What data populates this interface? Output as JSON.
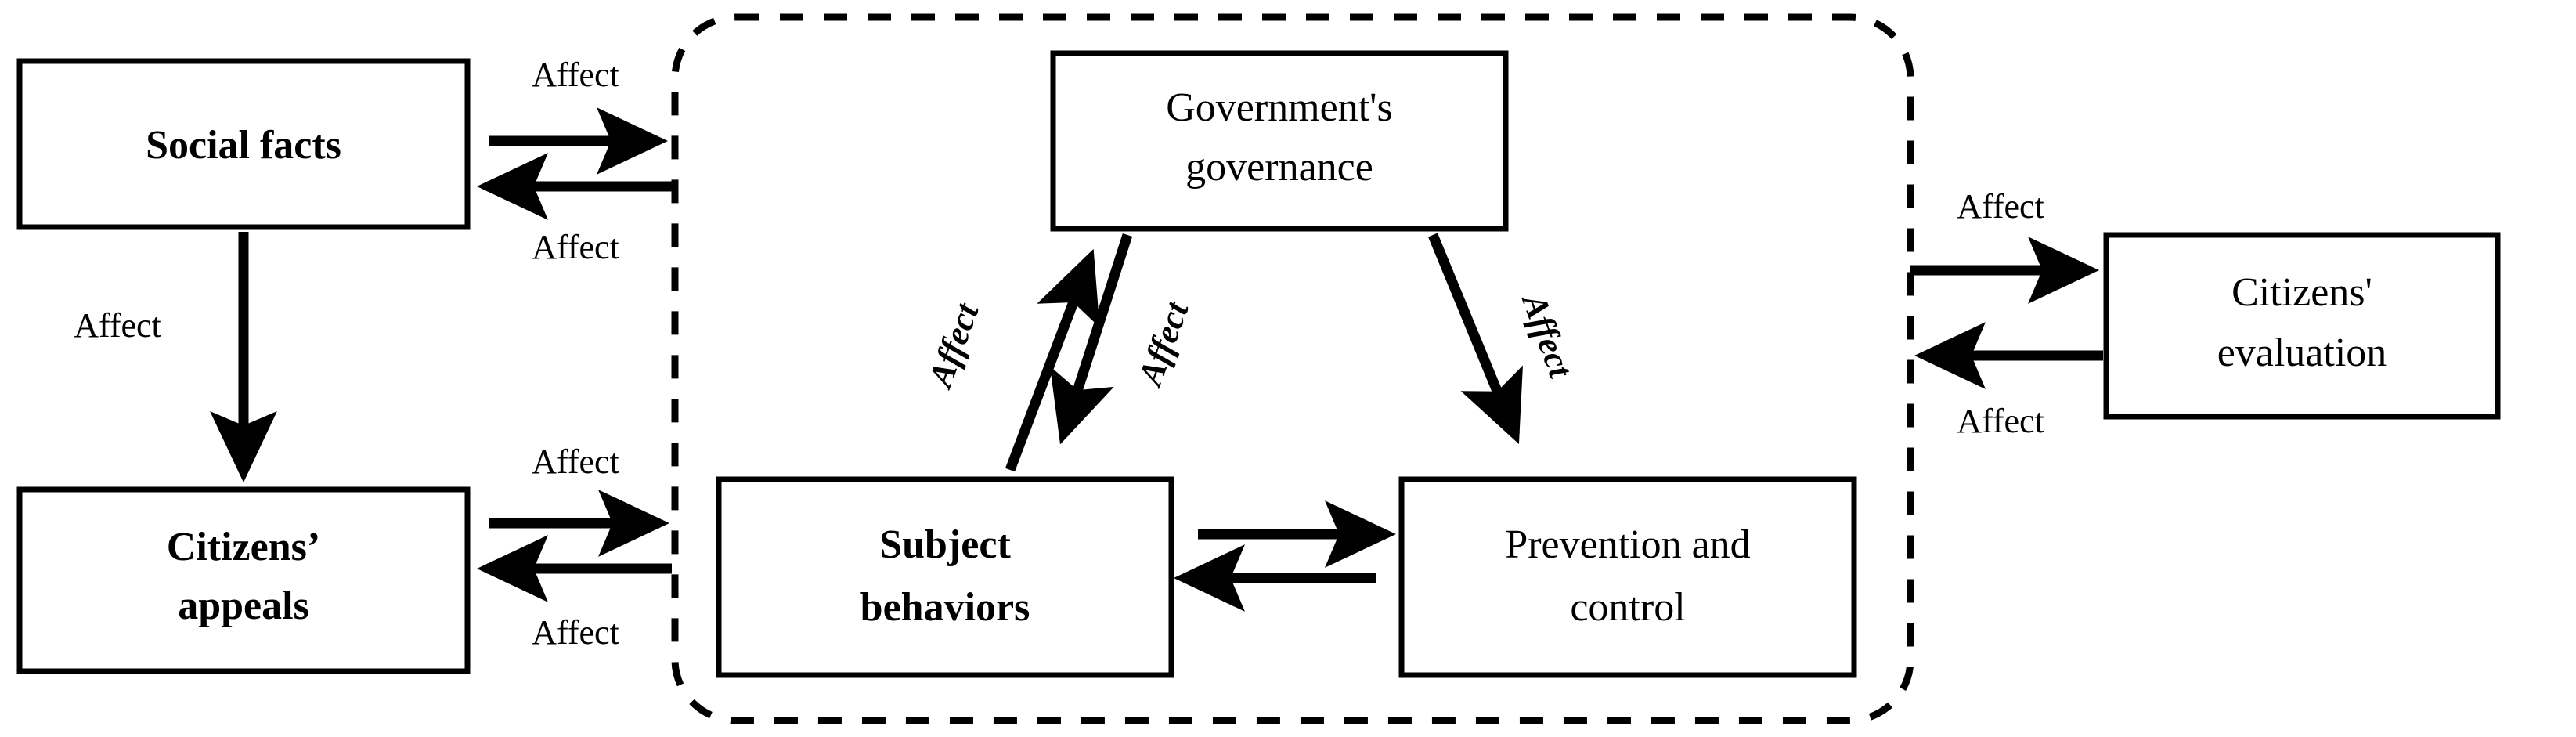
{
  "diagram": {
    "type": "flow-diagram",
    "background_color": "#ffffff",
    "line_color": "#000000",
    "boundary": {
      "name": "dashed-system-boundary",
      "style": "dashed rounded rectangle"
    },
    "nodes": [
      {
        "id": "social-facts",
        "label": "Social facts",
        "label_line1": "Social facts",
        "label_line2": ""
      },
      {
        "id": "citizens-appeals",
        "label": "Citizens' appeals",
        "label_line1": "Citizens’",
        "label_line2": "appeals"
      },
      {
        "id": "governments-governance",
        "label": "Government's governance",
        "label_line1": "Government's",
        "label_line2": "governance"
      },
      {
        "id": "subject-behaviors",
        "label": "Subject behaviors",
        "label_line1": "Subject",
        "label_line2": "behaviors"
      },
      {
        "id": "prevention-and-control",
        "label": "Prevention and control",
        "label_line1": "Prevention and",
        "label_line2": "control"
      },
      {
        "id": "citizens-evaluation",
        "label": "Citizens' evaluation",
        "label_line1": "Citizens'",
        "label_line2": "evaluation"
      }
    ],
    "edge_labels": {
      "social_facts_to_boundary": "Affect",
      "boundary_to_social_facts": "Affect",
      "social_facts_to_citizens_appeals": "Affect",
      "citizens_appeals_to_boundary": "Affect",
      "boundary_to_citizens_appeals": "Affect",
      "subject_behaviors_to_governance": "Affect",
      "governance_to_subject_behaviors": "Affect",
      "governance_to_prevention": "Affect",
      "boundary_to_citizens_evaluation": "Affect",
      "citizens_evaluation_to_boundary": "Affect"
    },
    "edges": [
      {
        "from": "social-facts",
        "to": "boundary",
        "label": "Affect",
        "direction": "right"
      },
      {
        "from": "boundary",
        "to": "social-facts",
        "label": "Affect",
        "direction": "left"
      },
      {
        "from": "social-facts",
        "to": "citizens-appeals",
        "label": "Affect",
        "direction": "down"
      },
      {
        "from": "citizens-appeals",
        "to": "boundary",
        "label": "Affect",
        "direction": "right"
      },
      {
        "from": "boundary",
        "to": "citizens-appeals",
        "label": "Affect",
        "direction": "left"
      },
      {
        "from": "subject-behaviors",
        "to": "governments-governance",
        "label": "Affect",
        "direction": "up-right"
      },
      {
        "from": "governments-governance",
        "to": "subject-behaviors",
        "label": "Affect",
        "direction": "down-left"
      },
      {
        "from": "governments-governance",
        "to": "prevention-and-control",
        "label": "Affect",
        "direction": "down-right"
      },
      {
        "from": "subject-behaviors",
        "to": "prevention-and-control",
        "label": "",
        "direction": "right"
      },
      {
        "from": "prevention-and-control",
        "to": "subject-behaviors",
        "label": "",
        "direction": "left"
      },
      {
        "from": "boundary",
        "to": "citizens-evaluation",
        "label": "Affect",
        "direction": "right"
      },
      {
        "from": "citizens-evaluation",
        "to": "boundary",
        "label": "Affect",
        "direction": "left"
      }
    ]
  }
}
